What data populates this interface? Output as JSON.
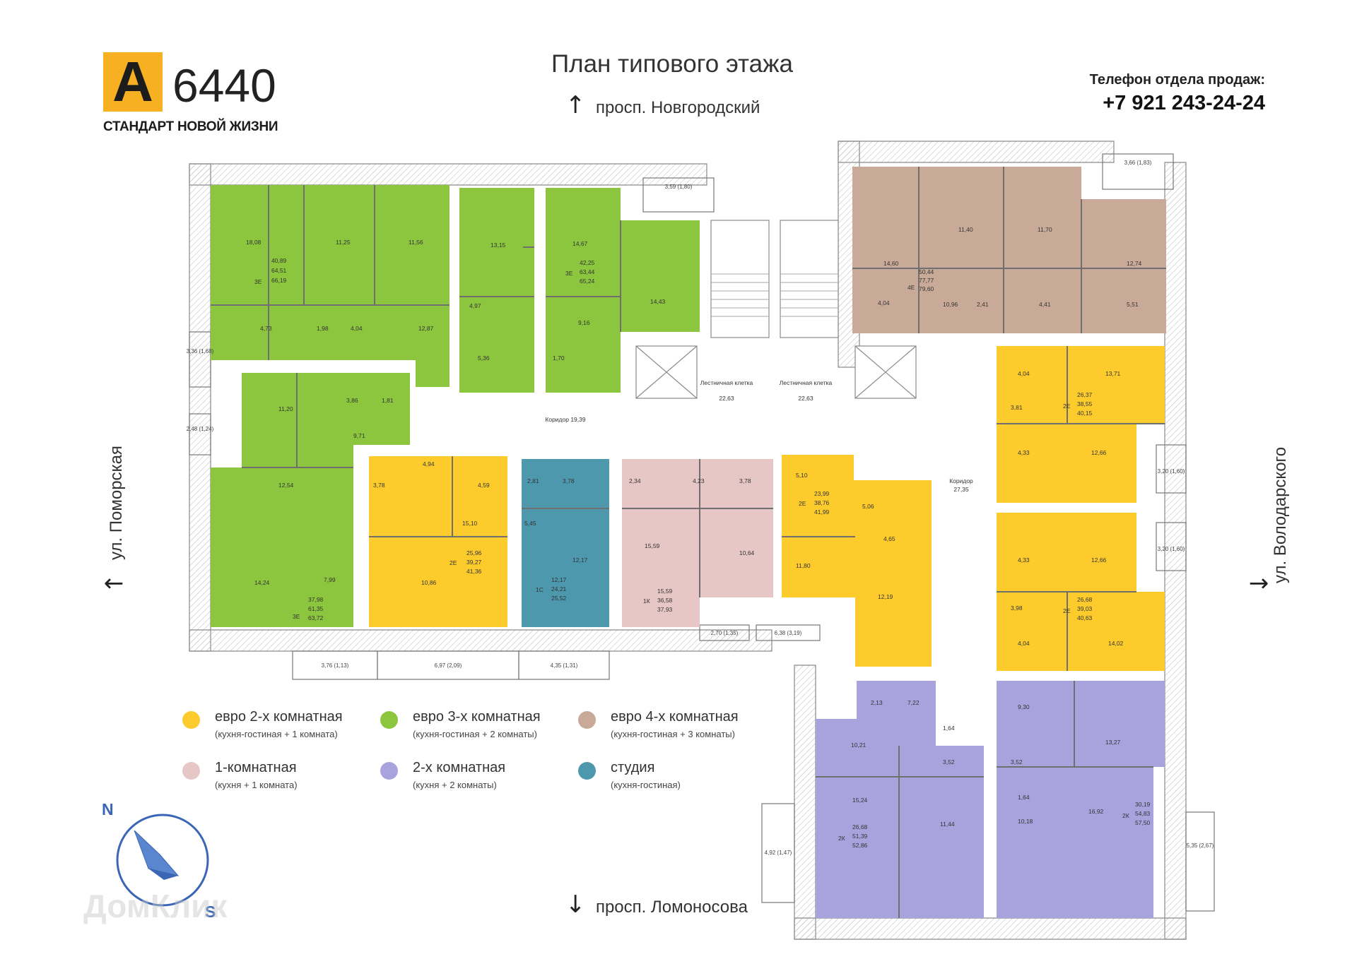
{
  "brand": {
    "logo_letter": "A",
    "logo_number": "6440",
    "tagline": "СТАНДАРТ НОВОЙ ЖИЗНИ",
    "logo_color": "#f6b021"
  },
  "title": "План типового этажа",
  "directions": {
    "north": "просп. Новгородский",
    "south": "просп. Ломоносова",
    "west": "ул. Поморская",
    "east": "ул. Володарского",
    "arrow_up_icon": "↑",
    "arrow_down_icon": "↓",
    "arrow_left_icon": "←",
    "arrow_right_icon": "→"
  },
  "contact": {
    "label": "Телефон отдела продаж:",
    "phone": "+7 921 243-24-24"
  },
  "colors": {
    "euro2": "#fdcc2c",
    "euro3": "#8cc63f",
    "euro4": "#c9aa98",
    "one_room": "#e7c6c6",
    "two_room": "#a9a3dd",
    "studio": "#4e98ad",
    "wall": "#8a8a8a",
    "compass": "#3a66b5"
  },
  "legend": [
    {
      "title": "евро 2-х комнатная",
      "sub": "(кухня-гостиная + 1 комната)",
      "color": "#fdcc2c"
    },
    {
      "title": "евро 3-х комнатная",
      "sub": "(кухня-гостиная + 2 комнаты)",
      "color": "#8cc63f"
    },
    {
      "title": "евро 4-х комнатная",
      "sub": "(кухня-гостиная + 3 комнаты)",
      "color": "#c9aa98"
    },
    {
      "title": "1-комнатная",
      "sub": "(кухня + 1 комната)",
      "color": "#e7c6c6"
    },
    {
      "title": "2-х комнатная",
      "sub": "(кухня + 2 комнаты)",
      "color": "#a9a3dd"
    },
    {
      "title": "студия",
      "sub": "(кухня-гостиная)",
      "color": "#4e98ad"
    }
  ],
  "compass": {
    "north": "N",
    "south": "S"
  },
  "watermark": "ДомКлик",
  "plan_labels": {
    "stair_left": "Лестничная клетка",
    "stair_left_area": "22,63",
    "stair_right": "Лестничная клетка",
    "stair_right_area": "22,63",
    "corridor_top": "Коридор 19,39",
    "corridor_right": "Коридор",
    "corridor_right_area": "27,35",
    "balconies": [
      "3,59 (1,80)",
      "3,66 (1,83)",
      "3,36 (1,68)",
      "2,48 (1,24)",
      "3,20 (1,60)",
      "3,20 (1,60)",
      "3,76 (1,13)",
      "6,97 (2,09)",
      "4,35 (1,31)",
      "2,70 (1,35)",
      "6,38 (3,19)",
      "4,92 (1,47)",
      "5,35 (2,67)"
    ]
  },
  "apartments": [
    {
      "type": "3Е",
      "areas": [
        "40,89",
        "64,51",
        "66,19"
      ],
      "rooms": [
        "18,08",
        "11,25",
        "11,56",
        "4,73",
        "1,98",
        "4,04",
        "12,87"
      ]
    },
    {
      "type": "",
      "areas": [],
      "rooms": [
        "13,15",
        "4,97",
        "5,36"
      ]
    },
    {
      "type": "3Е",
      "areas": [
        "42,25",
        "63,44",
        "65,24"
      ],
      "rooms": [
        "14,67",
        "9,16",
        "1,70",
        "14,43"
      ]
    },
    {
      "type": "4Е",
      "areas": [
        "50,44",
        "77,77",
        "79,60"
      ],
      "rooms": [
        "14,60",
        "11,40",
        "11,70",
        "12,74",
        "4,04",
        "10,96",
        "2,41",
        "4,41",
        "5,51"
      ]
    },
    {
      "type": "3Е",
      "areas": [
        "37,98",
        "61,35",
        "63,72"
      ],
      "rooms": [
        "11,20",
        "3,86",
        "1,81",
        "9,71",
        "12,54",
        "14,24",
        "7,99"
      ]
    },
    {
      "type": "2Е",
      "areas": [
        "25,96",
        "39,27",
        "41,36"
      ],
      "rooms": [
        "4,94",
        "4,59",
        "3,78",
        "15,10",
        "10,86"
      ]
    },
    {
      "type": "1С",
      "areas": [
        "12,17",
        "24,21",
        "25,52"
      ],
      "rooms": [
        "2,81",
        "3,78",
        "5,45",
        "12,17"
      ]
    },
    {
      "type": "1К",
      "areas": [
        "15,59",
        "36,58",
        "37,93"
      ],
      "rooms": [
        "2,34",
        "4,23",
        "3,78",
        "15,59",
        "10,64"
      ]
    },
    {
      "type": "2Е",
      "areas": [
        "23,99",
        "38,76",
        "41,99"
      ],
      "rooms": [
        "5,10",
        "5,06",
        "4,65",
        "11,80",
        "12,19"
      ]
    },
    {
      "type": "2Е",
      "areas": [
        "26,37",
        "38,55",
        "40,15"
      ],
      "rooms": [
        "4,04",
        "13,71",
        "3,81",
        "4,33",
        "12,66"
      ]
    },
    {
      "type": "2Е",
      "areas": [
        "26,68",
        "39,03",
        "40,63"
      ],
      "rooms": [
        "4,33",
        "12,66",
        "3,98",
        "4,04",
        "14,02"
      ]
    },
    {
      "type": "2К",
      "areas": [
        "26,68",
        "51,39",
        "52,86"
      ],
      "rooms": [
        "2,13",
        "7,22",
        "10,21",
        "1,64",
        "3,52",
        "15,24",
        "11,44"
      ]
    },
    {
      "type": "2К",
      "areas": [
        "30,19",
        "54,83",
        "57,50"
      ],
      "rooms": [
        "9,30",
        "13,27",
        "3,52",
        "1,64",
        "10,18",
        "16,92"
      ]
    }
  ]
}
